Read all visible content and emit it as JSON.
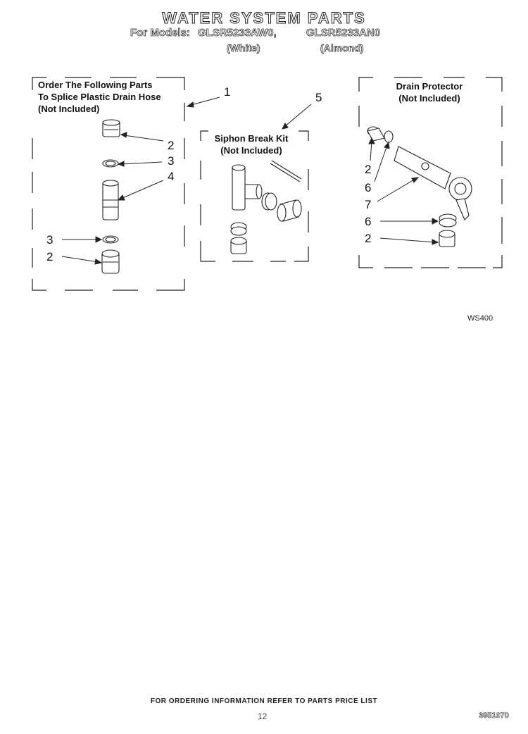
{
  "header": {
    "title": "WATER SYSTEM PARTS",
    "models_prefix": "For Models:",
    "model_1": "GLSR5233AW0,",
    "model_2": "GLSR5233AN0",
    "variant_1": "(White)",
    "variant_2": "(Almond)"
  },
  "groups": {
    "drain_hose": {
      "label_line1": "Order The Following Parts",
      "label_line2": "To Splice Plastic Drain Hose",
      "label_line3": "(Not Included)"
    },
    "siphon": {
      "label_line1": "Siphon Break Kit",
      "label_line2": "(Not Included)"
    },
    "drain_protector": {
      "label_line1": "Drain Protector",
      "label_line2": "(Not Included)"
    }
  },
  "callouts": {
    "c1": "1",
    "c2a": "2",
    "c3a": "3",
    "c4": "4",
    "c3b": "3",
    "c2b": "2",
    "c5": "5",
    "c2c": "2",
    "c6a": "6",
    "c7": "7",
    "c6b": "6",
    "c2d": "2"
  },
  "figure_code": "WS400",
  "footer": {
    "note": "FOR ORDERING INFORMATION REFER TO PARTS PRICE LIST",
    "page": "12",
    "doc_number": "3951070"
  }
}
